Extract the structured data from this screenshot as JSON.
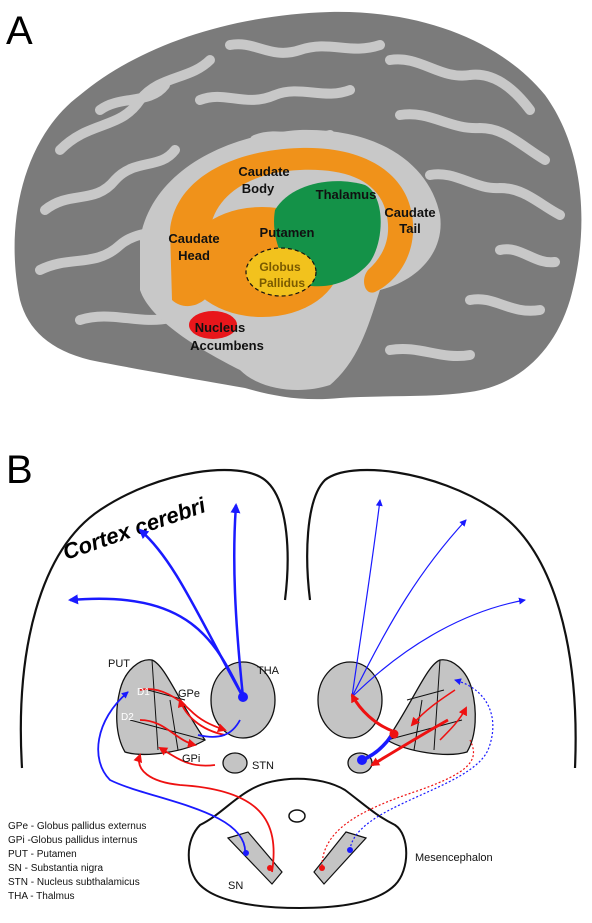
{
  "panel_a": {
    "letter": "A",
    "labels": {
      "caudate_body_l1": "Caudate",
      "caudate_body_l2": "Body",
      "thalamus": "Thalamus",
      "caudate_head_l1": "Caudate",
      "caudate_head_l2": "Head",
      "putamen": "Putamen",
      "caudate_tail_l1": "Caudate",
      "caudate_tail_l2": "Tail",
      "globus_l1": "Globus",
      "globus_l2": "Pallidus",
      "nucleus_l1": "Nucleus",
      "nucleus_l2": "Accumbens"
    },
    "colors": {
      "caudate": "#f0921a",
      "thalamus": "#149248",
      "globus_pallidus": "#f2c21d",
      "nucleus_accumbens": "#e8161b",
      "cortex_dark": "#7b7b7b",
      "cortex_light": "#c8c8c8"
    }
  },
  "panel_b": {
    "letter": "B",
    "title": "Cortex cerebri",
    "labels": {
      "put": "PUT",
      "gpe": "GPe",
      "gpi": "GPi",
      "tha": "THA",
      "stn": "STN",
      "d1": "D1",
      "d2": "D2",
      "sn": "SN",
      "mesencephalon": "Mesencephalon"
    },
    "legend": [
      "GPe - Globus pallidus externus",
      "GPi -Globus pallidus internus",
      "PUT - Putamen",
      "SN - Substantia nigra",
      "STN - Nucleus subthalamicus",
      "THA - Thalmus"
    ],
    "colors": {
      "excitatory": "#1a1aff",
      "inhibitory": "#ee1111",
      "nucleus_fill": "#c4c4c4"
    }
  }
}
